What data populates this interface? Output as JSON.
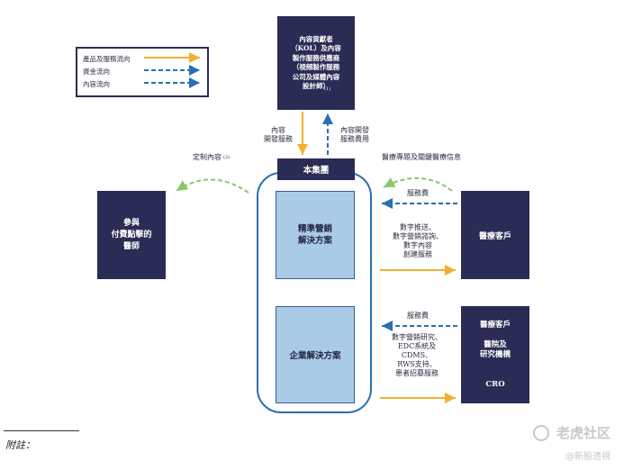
{
  "legend": {
    "items": [
      {
        "label": "產品及服務流向",
        "color": "#f0b030",
        "style": "solid"
      },
      {
        "label": "資金流向",
        "color": "#2a6fb0",
        "style": "dashed"
      },
      {
        "label": "內容流向",
        "color": "#2a6fb0",
        "style": "dashed"
      }
    ]
  },
  "nodes": {
    "kol": "內容貢獻者\n（KOL）及內容\n製作服務供應商\n（視頻製作服務\n公司及媒體內容\n設計師）",
    "kol_note": "(1)",
    "group": "本集團",
    "precision": "精準營銷\n解決方案",
    "enterprise": "企業解決方案",
    "doctors": "參與\n付費點擊的\n醫師",
    "client1": "醫療客戶",
    "client2": "醫療客戶\n\n醫院及\n研究機構\n\n\nCRO"
  },
  "labels": {
    "content_dev": "內容\n開發服務",
    "content_dev_fee": "內容開發\n服務費用",
    "custom_content": "定制內容",
    "custom_note": "(2)",
    "topics": "醫療專題及關鍵醫療信息",
    "fee1": "服務費",
    "services1": "數字推送、\n數字營銷諮詢、\n數字內容\n創建服務",
    "fee2": "服務費",
    "services2": "數字營銷研究、\nEDC系統及\nCDMS、\nRWS支持、\n患者招募服務"
  },
  "colors": {
    "navy": "#2a2c55",
    "orange": "#f0b030",
    "blue": "#2a6fb0",
    "green": "#8cc56a",
    "light_blue": "#a9cbe8"
  },
  "footnote": "附註：",
  "watermark": {
    "brand": "老虎社区",
    "sub": "@新股透視"
  }
}
